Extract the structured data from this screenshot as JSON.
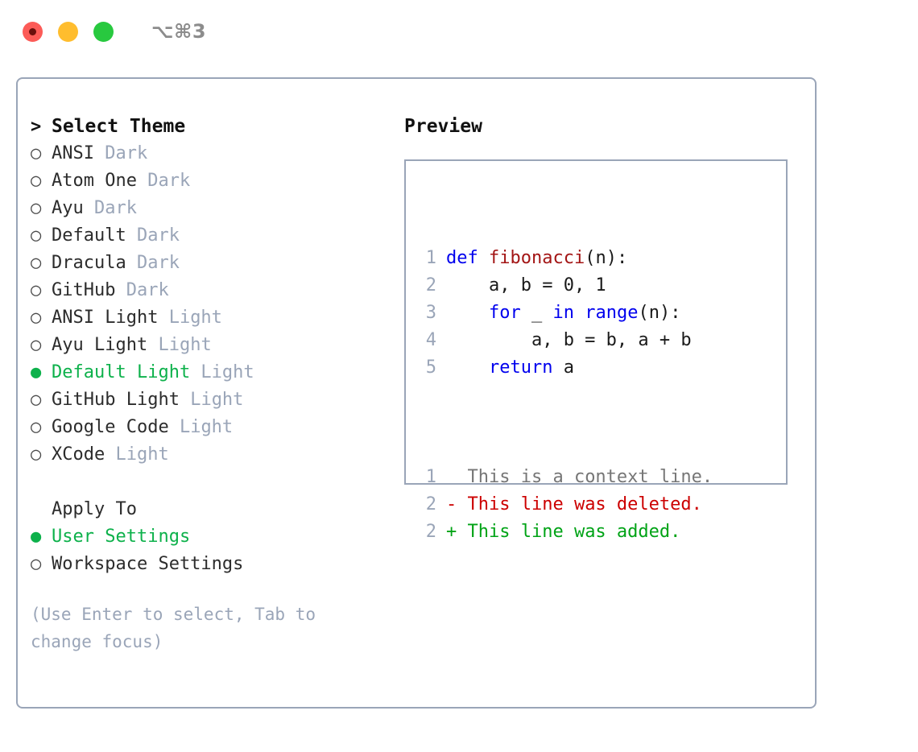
{
  "titlebar": {
    "shortcut": "⌥⌘3",
    "buttons": [
      {
        "name": "close",
        "color": "#fc5b57"
      },
      {
        "name": "minimize",
        "color": "#ffbd2e"
      },
      {
        "name": "zoom",
        "color": "#28c93f"
      }
    ]
  },
  "theme_picker": {
    "header_marker": ">",
    "header_label": "Select Theme",
    "marker_off": "○",
    "marker_on": "●",
    "items": [
      {
        "name": "ANSI",
        "tag": "Dark",
        "selected": false
      },
      {
        "name": "Atom One",
        "tag": "Dark",
        "selected": false
      },
      {
        "name": "Ayu",
        "tag": "Dark",
        "selected": false
      },
      {
        "name": "Default",
        "tag": "Dark",
        "selected": false
      },
      {
        "name": "Dracula",
        "tag": "Dark",
        "selected": false
      },
      {
        "name": "GitHub",
        "tag": "Dark",
        "selected": false
      },
      {
        "name": "ANSI Light",
        "tag": "Light",
        "selected": false
      },
      {
        "name": "Ayu Light",
        "tag": "Light",
        "selected": false
      },
      {
        "name": "Default Light",
        "tag": "Light",
        "selected": true
      },
      {
        "name": "GitHub Light",
        "tag": "Light",
        "selected": false
      },
      {
        "name": "Google Code",
        "tag": "Light",
        "selected": false
      },
      {
        "name": "XCode",
        "tag": "Light",
        "selected": false
      }
    ]
  },
  "apply_to": {
    "label": "Apply To",
    "options": [
      {
        "name": "User Settings",
        "selected": true
      },
      {
        "name": "Workspace Settings",
        "selected": false
      }
    ]
  },
  "hint": "(Use Enter to select, Tab to change focus)",
  "preview": {
    "title": "Preview",
    "code_lines": [
      {
        "num": "1",
        "tokens": [
          {
            "t": "def",
            "c": "kw"
          },
          {
            "t": " ",
            "c": "plain"
          },
          {
            "t": "fibonacci",
            "c": "fn"
          },
          {
            "t": "(n):",
            "c": "plain"
          }
        ]
      },
      {
        "num": "2",
        "tokens": [
          {
            "t": "    a, b = 0, 1",
            "c": "plain"
          }
        ]
      },
      {
        "num": "3",
        "tokens": [
          {
            "t": "    ",
            "c": "plain"
          },
          {
            "t": "for",
            "c": "kw"
          },
          {
            "t": " _ ",
            "c": "plain"
          },
          {
            "t": "in",
            "c": "kw"
          },
          {
            "t": " ",
            "c": "plain"
          },
          {
            "t": "range",
            "c": "kw"
          },
          {
            "t": "(n):",
            "c": "plain"
          }
        ]
      },
      {
        "num": "4",
        "tokens": [
          {
            "t": "        a, b = b, a + b",
            "c": "plain"
          }
        ]
      },
      {
        "num": "5",
        "tokens": [
          {
            "t": "    ",
            "c": "plain"
          },
          {
            "t": "return",
            "c": "kw"
          },
          {
            "t": " a",
            "c": "plain"
          }
        ]
      }
    ],
    "diff_lines": [
      {
        "num": "1",
        "sign": " ",
        "text": " This is a context line.",
        "kind": "ctx"
      },
      {
        "num": "2",
        "sign": "-",
        "text": " This line was deleted.",
        "kind": "del"
      },
      {
        "num": "2",
        "sign": "+",
        "text": " This line was added.",
        "kind": "add"
      }
    ]
  },
  "colors": {
    "accent_green": "#0db14b",
    "border": "#9aa5b8",
    "muted": "#9aa5b8",
    "keyword_blue": "#0000ee",
    "function_red": "#a31515",
    "diff_add": "#00a316",
    "diff_del": "#cc0000",
    "context_gray": "#767676"
  }
}
